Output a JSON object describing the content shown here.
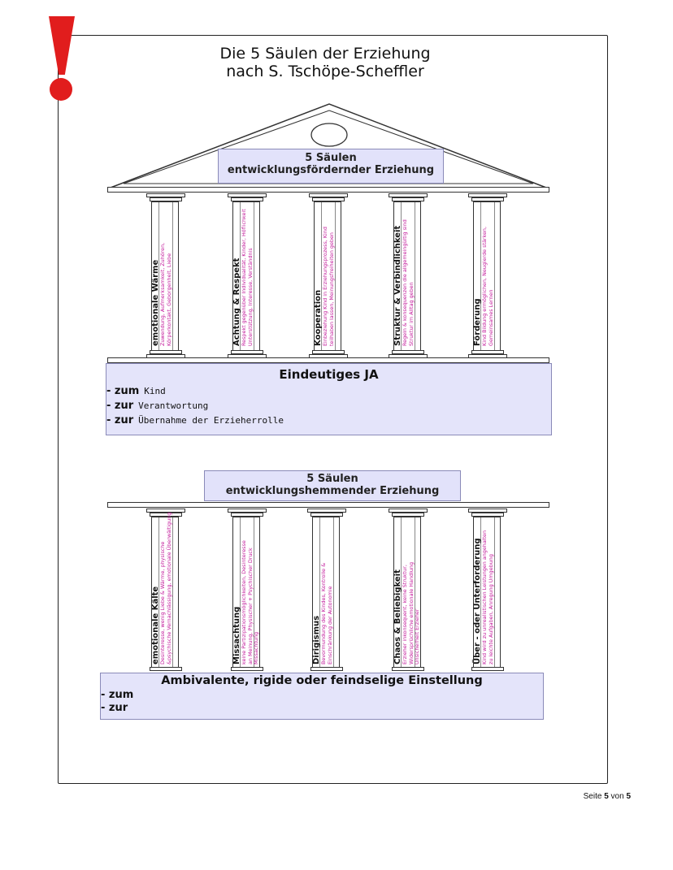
{
  "title_lines": [
    "Die 5 Säulen der Erziehung",
    "nach S. Tschöpe-Scheffler"
  ],
  "top_banner": [
    "5 Säulen",
    "entwicklungsfördernder Erziehung"
  ],
  "top_columns": [
    {
      "label": "emotionale Wärme",
      "desc": [
        "Zuwendung, Aufmerksamkeit, Zuhören,",
        "Körperkontakt, Geborgenheit, Liebe"
      ]
    },
    {
      "label": "Achtung & Respekt",
      "desc": [
        "Respekt gegenüber Individualität, Kinder, Höflichkeit",
        "Unterstützung, Interesse, Verständnis"
      ]
    },
    {
      "label": "Kooperation",
      "desc": [
        "Einbeziehung Kind in Erziehungsprozess, Kind",
        "teilhaben lassen, Meinungsfreiheiten geben"
      ]
    },
    {
      "label": "Struktur & Verbindlichkeit",
      "desc": [
        "Regeln & konsequenzen die allgemeingültig sind",
        "Struktur im Alltag geben"
      ]
    },
    {
      "label": "Förderung",
      "desc": [
        "Kind Bildung ermöglichen, Neugierde stärken,",
        "Gemeinsames Lernen"
      ]
    }
  ],
  "ja_box": {
    "title": "Eindeutiges JA",
    "lines": [
      {
        "prefix": "- zum",
        "hand": "Kind"
      },
      {
        "prefix": "- zur",
        "hand": "Verantwortung"
      },
      {
        "prefix": "- zur",
        "hand": "Übernahme der Erzieherrolle"
      }
    ]
  },
  "bottom_banner": [
    "5 Säulen",
    "entwicklungshemmender Erziehung"
  ],
  "bottom_columns": [
    {
      "label": "emotionale Kälte",
      "desc": [
        "Desinteresse, wenig Liebe & Wärme, physische",
        "&psychische Vernachlässigung, emotionale Überwältigung"
      ]
    },
    {
      "label": "Missachtung",
      "desc": [
        "keine Partizipationsmöglichkeiten, Desinteresse",
        "an Meinung, Physischer + Psychischer Druck",
        "Missachtung"
      ]
    },
    {
      "label": "Dirigismus",
      "desc": [
        "Bevormundung des Kindes, Kontrolle &",
        "Einschränkung der Autonomie"
      ]
    },
    {
      "label": "Chaos & Beliebigkeit",
      "desc": [
        "Erzieher inkonsequent, keine Struktur,",
        "Widersprüchliche emotionale Handlung",
        "Unsicherheit Erzieher"
      ]
    },
    {
      "label": "Über - oder Unterforderung",
      "desc": [
        "Kind wird zu unrealistischen Leistungen angehalten",
        "zu leichte Aufgaben, Anregung Umgebung"
      ]
    }
  ],
  "amb_box": {
    "title": "Ambivalente, rigide oder feindselige Einstellung",
    "lines": [
      "- zum",
      "- zur"
    ]
  },
  "footer": {
    "prefix": "Seite ",
    "page": "5",
    "mid": " von ",
    "total": "5"
  }
}
